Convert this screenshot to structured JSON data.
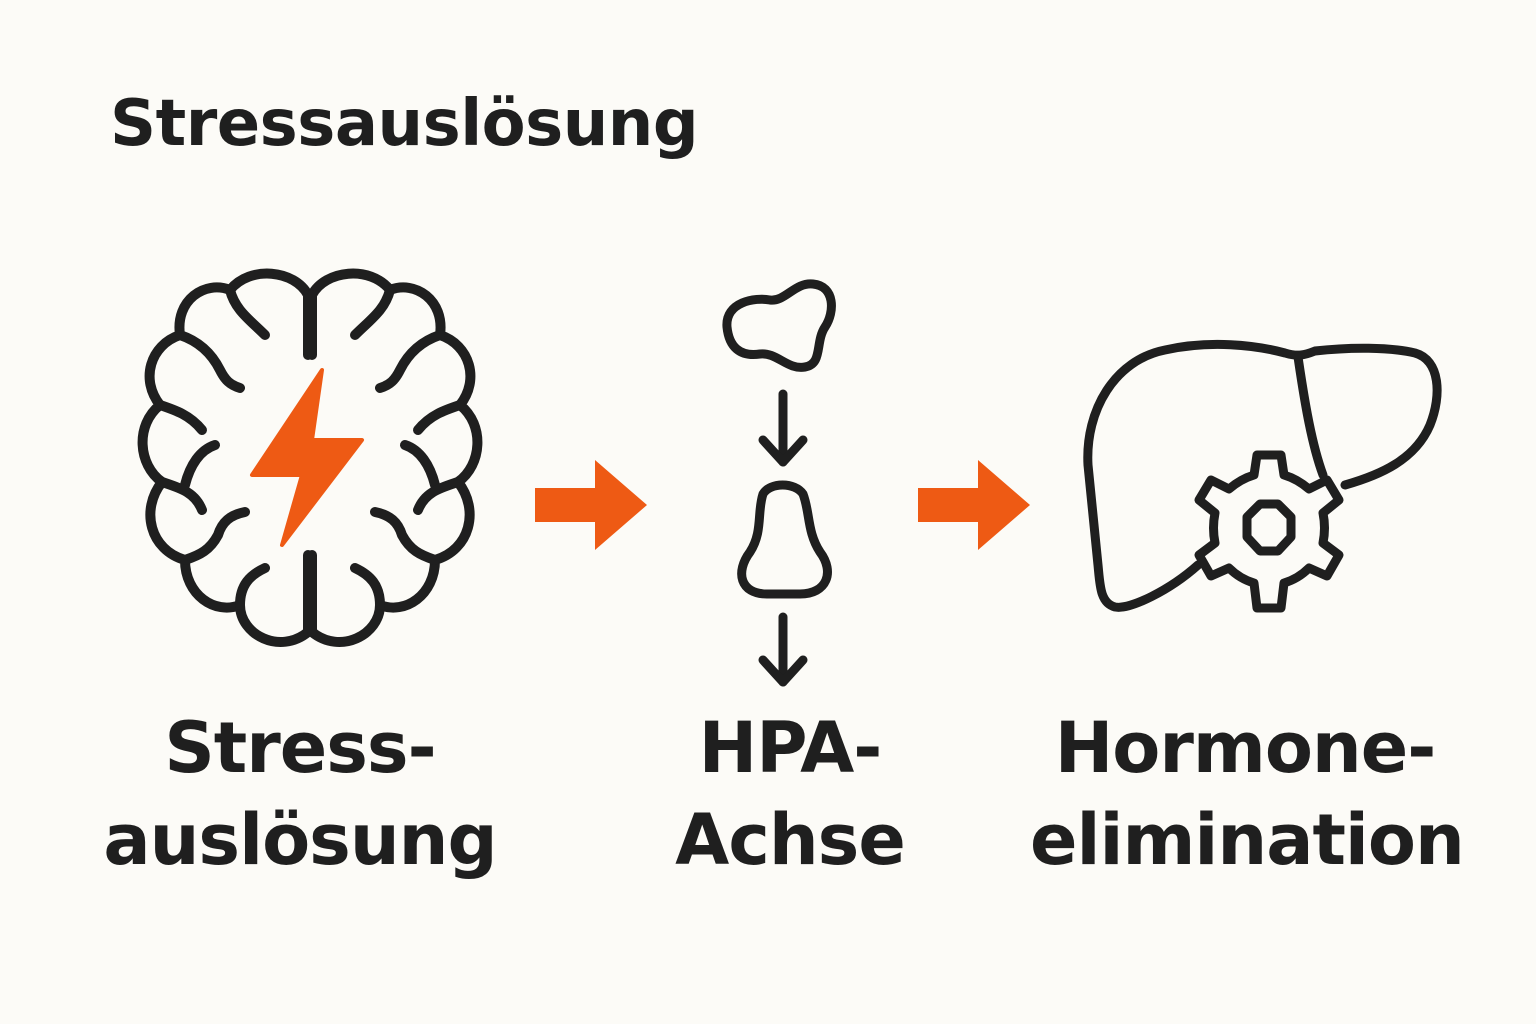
{
  "title": "Stressauslösung",
  "colors": {
    "accent": "#ee5a14",
    "stroke": "#1f1f1f",
    "background": "#fcfbf7"
  },
  "steps": [
    {
      "icon": "brain-lightning-icon",
      "line1": "Stress-",
      "line2": "auslösung"
    },
    {
      "icon": "hpa-axis-glands-icon",
      "line1": "HPA-",
      "line2": "Achse"
    },
    {
      "icon": "liver-gear-icon",
      "line1": "Hormone-",
      "line2": "elimination"
    }
  ],
  "connectors": [
    "right-arrow-icon",
    "right-arrow-icon"
  ]
}
